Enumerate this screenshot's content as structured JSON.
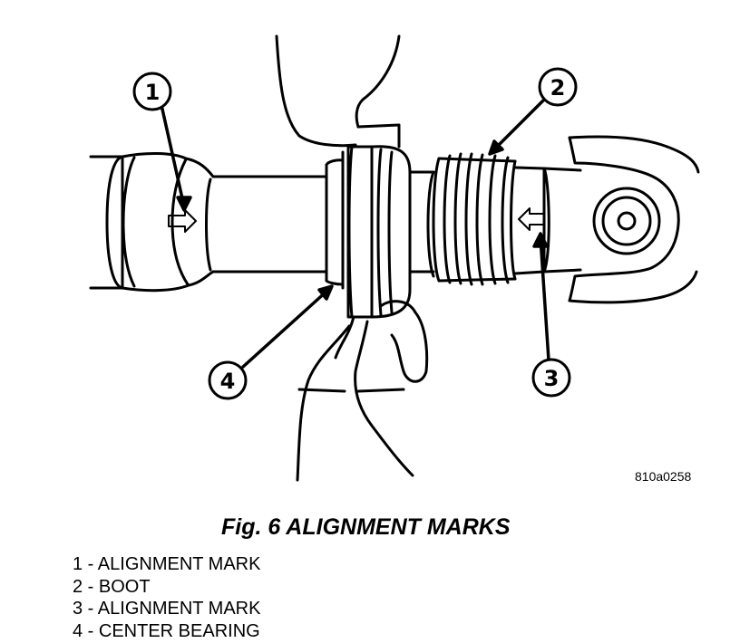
{
  "callouts": [
    {
      "number": "1"
    },
    {
      "number": "2"
    },
    {
      "number": "3"
    },
    {
      "number": "4"
    }
  ],
  "image_id": "810a0258",
  "caption": "Fig. 6 ALIGNMENT MARKS",
  "legend": [
    "1 - ALIGNMENT MARK",
    "2 - BOOT",
    "3 - ALIGNMENT MARK",
    "4 - CENTER BEARING"
  ]
}
